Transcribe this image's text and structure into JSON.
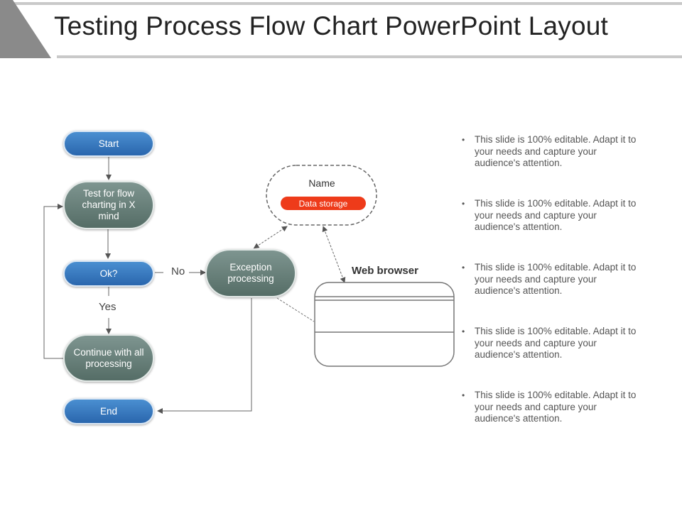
{
  "slide": {
    "title": "Testing Process Flow Chart PowerPoint Layout"
  },
  "flowchart": {
    "start": "Start",
    "test": "Test for flow charting in X mind",
    "decision": "Ok?",
    "continue": "Continue with all processing",
    "end": "End",
    "exception": "Exception processing",
    "no_label": "No",
    "yes_label": "Yes"
  },
  "storage": {
    "name": "Name",
    "tag": "Data storage",
    "tag_color": "#ee3b1a"
  },
  "browser": {
    "label": "Web browser"
  },
  "bullets": [
    "This slide is 100% editable. Adapt it to your needs and capture your audience's attention.",
    "This slide is 100% editable. Adapt it to your needs and capture your audience's attention.",
    "This slide is 100% editable. Adapt it to your needs and capture your audience's attention.",
    "This slide is 100% editable. Adapt it to your needs and capture your audience's attention.",
    "This slide is 100% editable. Adapt it to your needs and capture your audience's attention."
  ],
  "colors": {
    "blue_node": "#2a66ad",
    "green_node": "#556d66",
    "accent_red": "#ee3b1a"
  }
}
